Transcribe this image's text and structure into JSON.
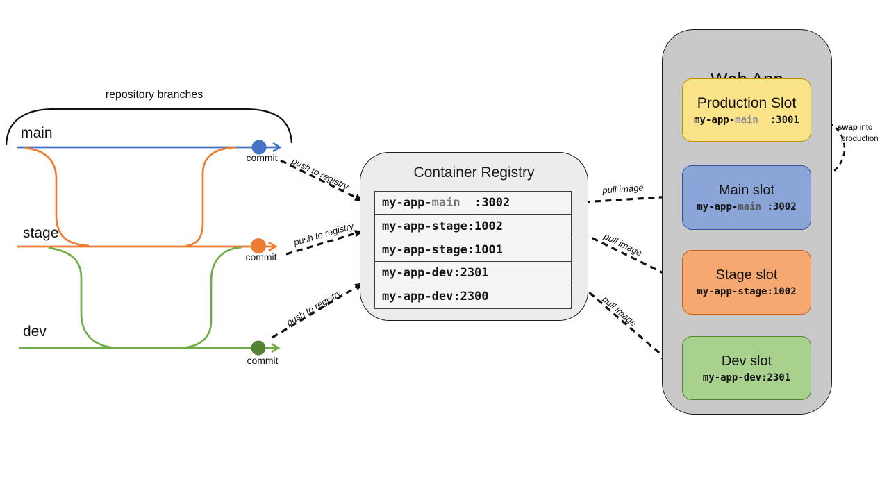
{
  "git": {
    "group_label": "repository branches",
    "branches": [
      {
        "name": "main",
        "commit_label": "commit"
      },
      {
        "name": "stage",
        "commit_label": "commit"
      },
      {
        "name": "dev",
        "commit_label": "commit"
      }
    ]
  },
  "registry": {
    "title": "Container Registry",
    "rows": [
      {
        "pre": "my-app-",
        "hl": "main",
        "post": "  :3002"
      },
      {
        "pre": "my-app-stage:1002",
        "hl": "",
        "post": ""
      },
      {
        "pre": "my-app-stage:1001",
        "hl": "",
        "post": ""
      },
      {
        "pre": "my-app-dev:2301",
        "hl": "",
        "post": ""
      },
      {
        "pre": "my-app-dev:2300",
        "hl": "",
        "post": ""
      }
    ]
  },
  "webapp": {
    "title": "Web App",
    "slots": [
      {
        "title": "Production Slot",
        "pre": "my-app-",
        "hl": "main",
        "post": "  :3001"
      },
      {
        "title": "Main slot",
        "pre": "my-app-",
        "hl": "main",
        "post": " :3002"
      },
      {
        "title": "Stage slot",
        "pre": "my-app-stage:1002",
        "hl": "",
        "post": ""
      },
      {
        "title": "Dev slot",
        "pre": "my-app-dev:2301",
        "hl": "",
        "post": ""
      }
    ]
  },
  "labels": {
    "push": [
      "push to registry",
      "push to registry",
      "push to registry"
    ],
    "pull": [
      "pull image",
      "pull image",
      "pull image"
    ],
    "swap_bold": "swap",
    "swap_rest": "into",
    "swap_line2": "production"
  },
  "colors": {
    "main_branch": "#4472C4",
    "stage_branch": "#ED7D31",
    "dev_branch": "#70AD47",
    "dev_commit_dot": "#548235",
    "registry_fill": "#ECECEC",
    "webapp_fill": "#C9C9C9",
    "production_slot_fill": "#FBE38A",
    "production_slot_border": "#BF9000",
    "main_slot_fill": "#8CA5D9",
    "main_slot_border": "#2F5597",
    "stage_slot_fill": "#F5A870",
    "stage_slot_border": "#C5601A",
    "dev_slot_fill": "#A9D18E",
    "dev_slot_border": "#548235"
  }
}
